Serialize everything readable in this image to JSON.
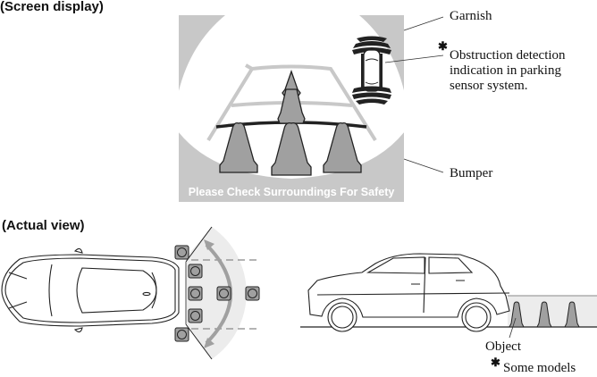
{
  "sections": {
    "screen_display": {
      "heading": "(Screen display)",
      "overlay_text": "Please Check Surroundings For Safety",
      "callouts": {
        "garnish": "Garnish",
        "obstruction_marker": "✱",
        "obstruction_line1": "Obstruction detection",
        "obstruction_line2": "indication in parking",
        "obstruction_line3": "sensor system.",
        "bumper": "Bumper"
      }
    },
    "actual_view": {
      "heading": "(Actual view)",
      "callouts": {
        "object": "Object"
      }
    }
  },
  "footnote": {
    "marker": "✱",
    "text": "Some models"
  },
  "colors": {
    "screen_frame": "#c8c8c8",
    "cone_fill": "#a0a0a0",
    "guide_line": "#c8c8c8",
    "distance_line": "#222222",
    "detection_area": "#ececec"
  }
}
